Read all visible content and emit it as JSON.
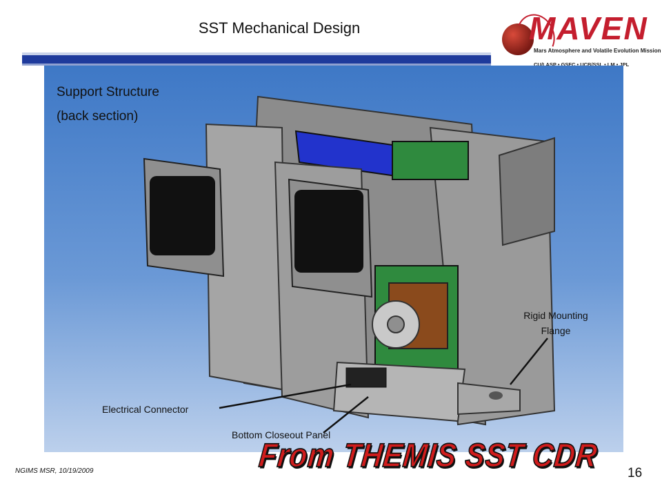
{
  "header": {
    "title": "SST Mechanical Design"
  },
  "logo": {
    "word": "MAVEN",
    "tagline": "Mars Atmosphere and Volatile Evolution Mission",
    "partners": "CU/LASP • GSFC • UCB/SSL • LM • JPL"
  },
  "panel": {
    "title_line1": "Support Structure",
    "title_line2": "(back section)",
    "callouts": {
      "electrical": "Electrical Connector",
      "bottom": "Bottom Closeout Panel",
      "flange_line1": "Rigid Mounting",
      "flange_line2": "Flange"
    }
  },
  "footer": {
    "note": "NGIMS MSR, 10/19/2009",
    "page": "16",
    "stamp": "From THEMIS SST CDR"
  },
  "colors": {
    "accent_blue": "#1e3a9c",
    "panel_blue": "#3e78c6",
    "stamp_red": "#d01c1c"
  }
}
